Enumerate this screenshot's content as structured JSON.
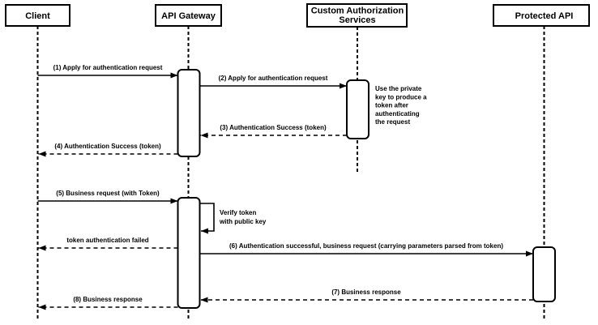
{
  "diagram": {
    "type": "sequence-diagram",
    "colors": {
      "stroke": "#000000",
      "box_fill": "#ffffff",
      "background": "#ffffff",
      "text": "#000000"
    },
    "participants": [
      {
        "id": "client",
        "label": "Client"
      },
      {
        "id": "api-gateway",
        "label": "API Gateway"
      },
      {
        "id": "custom-authorization-services",
        "label": "Custom Authorization Services",
        "label_lines": [
          "Custom Authorization",
          "Services"
        ]
      },
      {
        "id": "protected-api",
        "label": "Protected API"
      }
    ],
    "messages": [
      {
        "label": "(1) Apply for authentication request",
        "from": "client",
        "to": "api-gateway",
        "line": "solid"
      },
      {
        "label": "(2) Apply for authentication request",
        "from": "api-gateway",
        "to": "custom-authorization-services",
        "line": "solid"
      },
      {
        "label": "(3) Authentication Success (token)",
        "from": "custom-authorization-services",
        "to": "api-gateway",
        "line": "dashed"
      },
      {
        "label": "(4) Authentication Success (token)",
        "from": "api-gateway",
        "to": "client",
        "line": "dashed"
      },
      {
        "label": "(5) Business request (with Token)",
        "from": "client",
        "to": "api-gateway",
        "line": "solid"
      },
      {
        "label": "token authentication failed",
        "from": "api-gateway",
        "to": "client",
        "line": "dashed"
      },
      {
        "label": "(6) Authentication successful, business request (carrying parameters parsed from token)",
        "from": "api-gateway",
        "to": "protected-api",
        "line": "solid"
      },
      {
        "label": "(7) Business response",
        "from": "protected-api",
        "to": "api-gateway",
        "line": "dashed"
      },
      {
        "label": "(8) Business response",
        "from": "api-gateway",
        "to": "client",
        "line": "dashed"
      }
    ],
    "self_message": {
      "participant": "api-gateway",
      "label": "Verify token with public key",
      "label_lines": [
        "Verify token",
        "with public key"
      ]
    },
    "note": {
      "participant": "custom-authorization-services",
      "label": "Use the private key to produce a token after authenticating the request",
      "label_lines": [
        "Use the private",
        "key to produce a",
        "token after",
        "authenticating",
        "the request"
      ]
    }
  }
}
